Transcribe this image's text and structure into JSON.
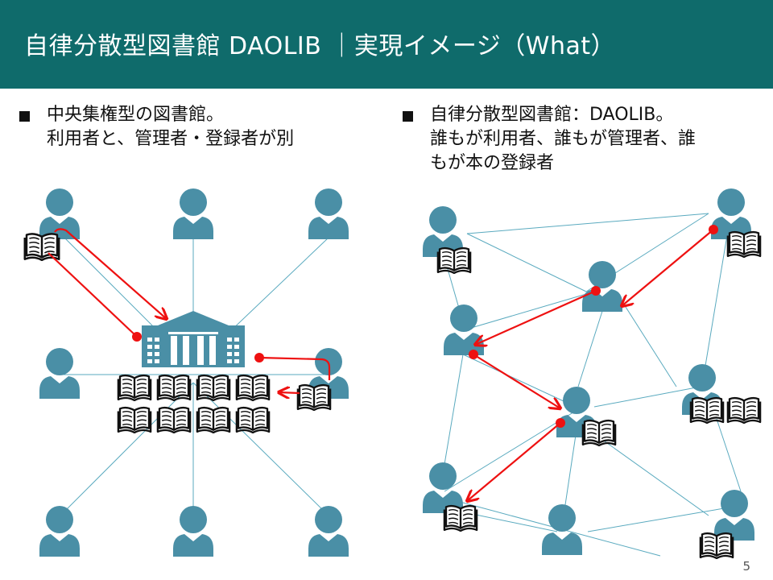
{
  "header": {
    "title": "自律分散型図書館 DAOLIB ｜実現イメージ（What）"
  },
  "left_bullet": {
    "line1": "中央集権型の図書館。",
    "line2": "利用者と、管理者・登録者が別"
  },
  "right_bullet": {
    "line1": "自律分散型図書館：DAOLIB。",
    "line2": "誰もが利用者、誰もが管理者、誰",
    "line3": "もが本の登録者"
  },
  "page_number": "5",
  "colors": {
    "header_bg": "#0f6b6b",
    "person": "#4a8fa6",
    "arrow": "#ee1111",
    "line": "#5aaabf"
  },
  "icons": [
    "person-icon",
    "book-icon",
    "library-building-icon"
  ]
}
